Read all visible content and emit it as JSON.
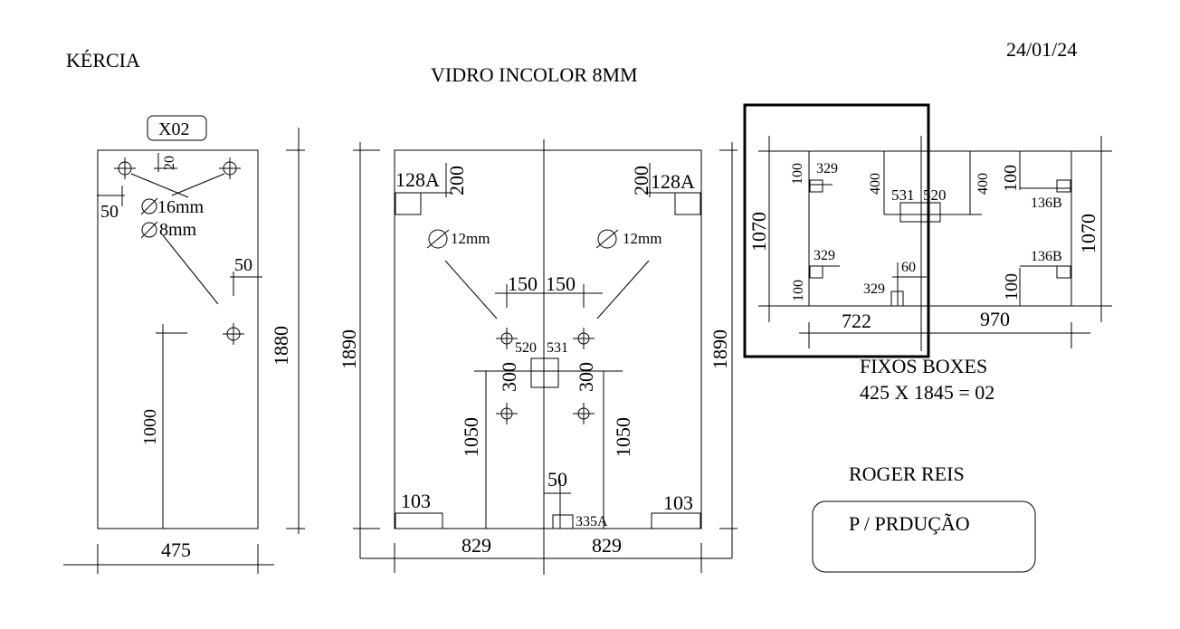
{
  "header": {
    "client": "KÉRCIA",
    "material": "VIDRO INCOLOR 8MM",
    "date": "24/01/24"
  },
  "left_panel": {
    "code": "X02",
    "dim_20": "20",
    "dim_50_left": "50",
    "hole_16": "16mm",
    "hole_8": "8mm",
    "dim_50_right": "50",
    "height": "1880",
    "hinge_height": "1000",
    "width": "475"
  },
  "center_panel": {
    "notch_left": "128A",
    "notch_right": "128A",
    "dim_200_left": "200",
    "dim_200_right": "200",
    "hole_left": "12mm",
    "hole_right": "12mm",
    "dim_150_left": "150",
    "dim_150_right": "150",
    "dim_520": "520",
    "dim_531": "531",
    "dim_300_left": "300",
    "dim_300_right": "300",
    "height_left": "1890",
    "height_right": "1890",
    "dim_1050_left": "1050",
    "dim_1050_right": "1050",
    "dim_50": "50",
    "dim_103_left": "103",
    "dim_103_right": "103",
    "code_335": "335A",
    "width_left": "829",
    "width_right": "829"
  },
  "right_panel": {
    "height_left": "1070",
    "height_right": "1070",
    "dim_100_tl": "100",
    "dim_329_tl": "329",
    "dim_329_bl": "329",
    "dim_100_bl": "100",
    "dim_400_l": "400",
    "dim_531": "531",
    "dim_520": "520",
    "dim_400_r": "400",
    "dim_100_tr": "100",
    "code_136_top": "136B",
    "code_136_bottom": "136B",
    "dim_100_br": "100",
    "dim_60": "60",
    "dim_329_bottom": "329",
    "width_left": "722",
    "width_right": "970"
  },
  "notes": {
    "line1": "FIXOS BOXES",
    "line2": "425 X 1845 = 02",
    "author": "ROGER REIS",
    "production": "P / PRDUÇÃO"
  }
}
